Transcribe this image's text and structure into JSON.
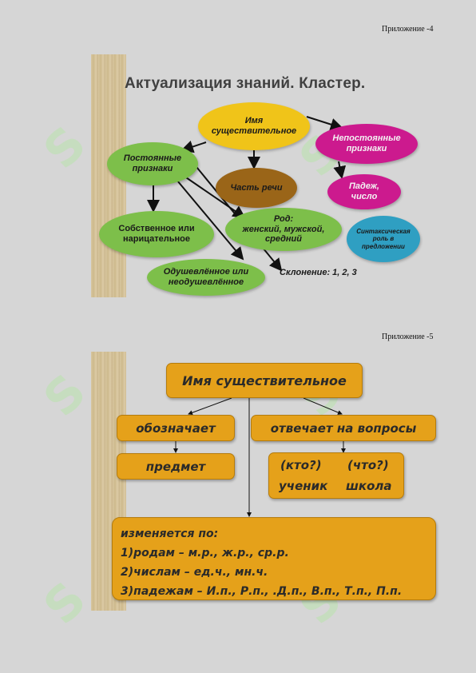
{
  "slide1": {
    "appendix_label": "Приложение -4",
    "title": "Актуализация знаний. Кластер.",
    "nodes": {
      "noun": [
        "Имя",
        "существительное"
      ],
      "non_permanent": [
        "Непостоянные",
        "признаки"
      ],
      "permanent": [
        "Постоянные",
        "признаки"
      ],
      "part_of_speech": [
        "Часть речи"
      ],
      "case_number": [
        "Падеж,",
        "число"
      ],
      "gender": [
        "Род:",
        "женский, мужской,",
        "средний"
      ],
      "syntactic_role": [
        "Синтаксическая",
        "роль в",
        "предложении"
      ],
      "proper_common": [
        "Собственное или",
        "нарицательное"
      ],
      "animate": [
        "Одушевлённое или",
        "неодушевлённое"
      ],
      "declension": [
        "Склонение: 1, 2, 3"
      ]
    },
    "colors": {
      "noun": "#f0c419",
      "non_permanent": "#cc1a8e",
      "permanent": "#7dbf4a",
      "part_of_speech": "#9a6518",
      "case_number": "#cc1a8e",
      "gender": "#7dbf4a",
      "syntactic_role": "#2f9fc2",
      "proper_common": "#7dbf4a",
      "animate": "#7dbf4a"
    }
  },
  "slide2": {
    "appendix_label": "Приложение -5",
    "header": "Имя существительное",
    "denotes": "обозначает",
    "answers": "отвечает на вопросы",
    "object": "предмет",
    "questions": {
      "who": "(кто?)",
      "what": "(что?)",
      "example_who": "ученик",
      "example_what": "школа"
    },
    "changes": [
      "изменяется по:",
      "1)родам – м.р., ж.р., ср.р.",
      "2)числам – ед.ч., мн.ч.",
      "3)падежам – И.п., Р.п., .Д.п., В.п., Т.п., П.п."
    ]
  }
}
